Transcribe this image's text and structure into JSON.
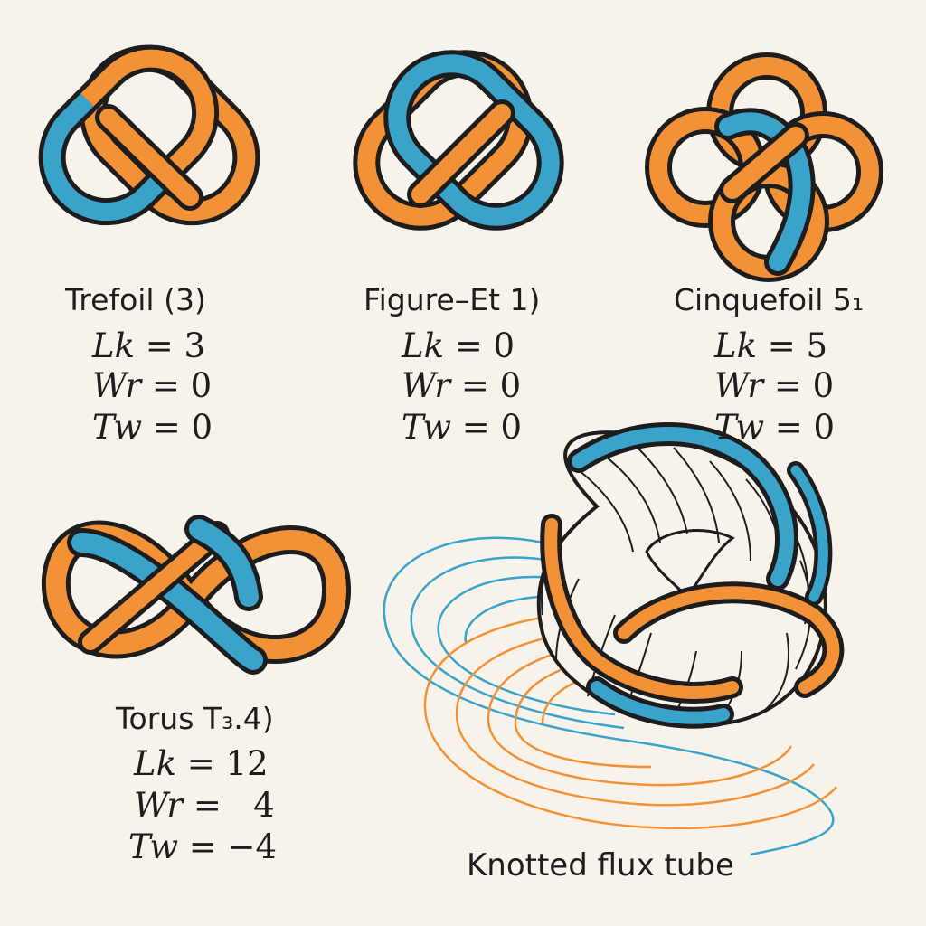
{
  "colors": {
    "background": "#f8f3ea",
    "orange": "#f39136",
    "blue": "#3aa3c9",
    "outline": "#1d1d1d"
  },
  "knots": [
    {
      "title": "Trefoil (3)",
      "lk_label": "Lk",
      "lk_value": "= 3",
      "wr_label": "Wr",
      "wr_value": "= 0",
      "tw_label": "Tw",
      "tw_value": "= 0"
    },
    {
      "title": "Figure–Et 1)",
      "lk_label": "Lk",
      "lk_value": "= 0",
      "wr_label": "Wr",
      "wr_value": "= 0",
      "tw_label": "Tw",
      "tw_value": "= 0"
    },
    {
      "title": "Cinquefoil 5₁",
      "lk_label": "Lk",
      "lk_value": "= 5",
      "wr_label": "Wr",
      "wr_value": "= 0",
      "tw_label": "Tw",
      "tw_value": "= 0"
    },
    {
      "title": "Torus T₃.4)",
      "lk_label": "Lk",
      "lk_value": "= 12",
      "wr_label": "Wr",
      "wr_value": "=   4",
      "tw_label": "Tw",
      "tw_value": "= −4"
    }
  ],
  "flux_tube": {
    "caption": "Knotted flux tube"
  }
}
